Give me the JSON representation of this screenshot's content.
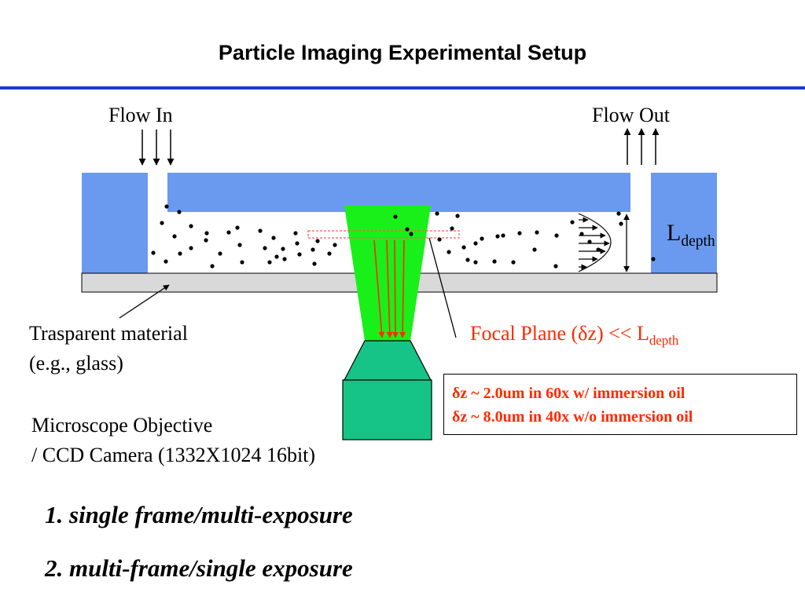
{
  "slide": {
    "title": "Particle Imaging Experimental Setup"
  },
  "labels": {
    "flow_in": "Flow In",
    "flow_out": "Flow Out",
    "l_depth_main": "L",
    "l_depth_sub": "depth",
    "transparent_line1": "Trasparent material",
    "transparent_line2": "(e.g., glass)",
    "focal_plane_main": "Focal Plane (δz) << L",
    "focal_plane_sub": "depth",
    "objective_line1": "Microscope Objective",
    "objective_line2": "/ CCD Camera (1332X1024 16bit)"
  },
  "info_box": {
    "line1": "δz ~ 2.0um in 60x w/ immersion oil",
    "line2": "δz ~ 8.0um in 40x w/o immersion oil"
  },
  "notes": [
    "1. single frame/multi-exposure",
    "2. multi-frame/single exposure"
  ],
  "colors": {
    "channel_blue": "#6a9af0",
    "glass_gray": "#d9d9d9",
    "light_cone_green": "#19f019",
    "objective_teal": "#16c488",
    "ray_red": "#ff2a00",
    "focal_plane_red": "#ff5a5a",
    "title_rule_blue": "#1a3bd6"
  }
}
